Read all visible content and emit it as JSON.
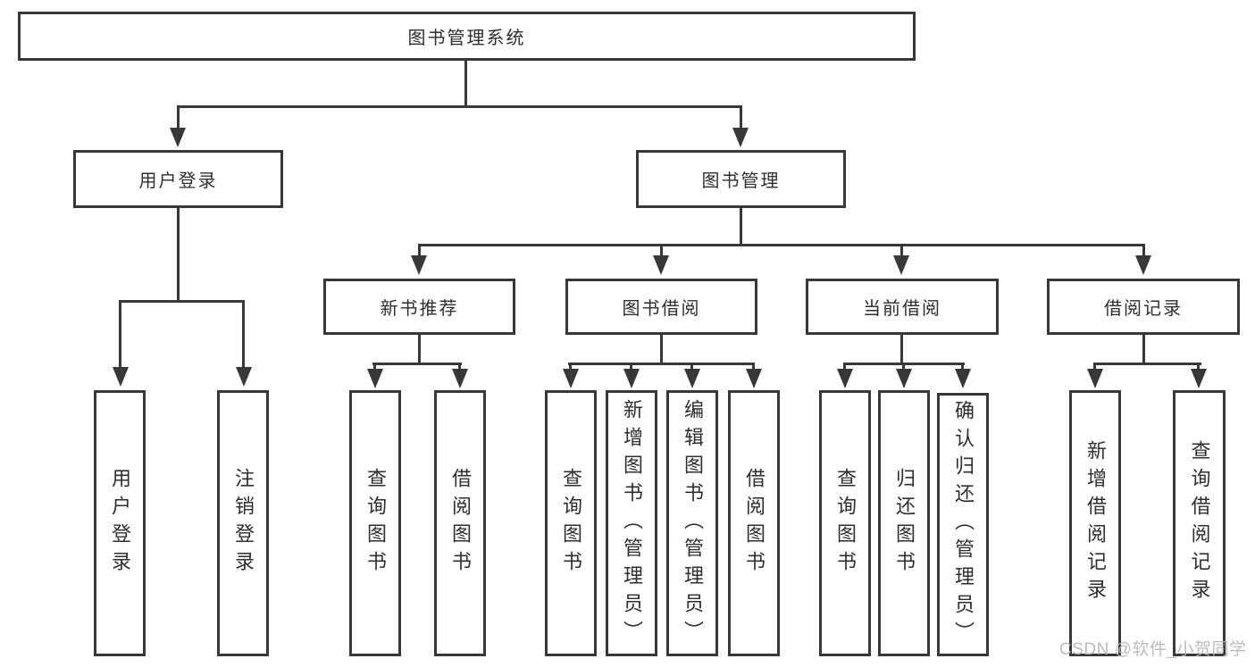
{
  "colors": {
    "line": "#383838",
    "text": "#2e2e2e",
    "background": "#ffffff",
    "watermark": "#b5b5b5"
  },
  "root": {
    "label": "图书管理系统"
  },
  "branches": [
    {
      "label": "用户登录",
      "leaves": [
        {
          "label": "用户登录"
        },
        {
          "label": "注销登录"
        }
      ]
    },
    {
      "label": "图书管理",
      "groups": [
        {
          "label": "新书推荐",
          "leaves": [
            {
              "label": "查询图书"
            },
            {
              "label": "借阅图书"
            }
          ]
        },
        {
          "label": "图书借阅",
          "leaves": [
            {
              "label": "查询图书"
            },
            {
              "label": "新增图书（管理员）"
            },
            {
              "label": "编辑图书（管理员）"
            },
            {
              "label": "借阅图书"
            }
          ]
        },
        {
          "label": "当前借阅",
          "leaves": [
            {
              "label": "查询图书"
            },
            {
              "label": "归还图书"
            },
            {
              "label": "确认归还（管理员）"
            }
          ]
        },
        {
          "label": "借阅记录",
          "leaves": [
            {
              "label": "新增借阅记录"
            },
            {
              "label": "查询借阅记录"
            }
          ]
        }
      ]
    }
  ],
  "watermark": {
    "text": "CSDN @软件_小贺同学"
  }
}
